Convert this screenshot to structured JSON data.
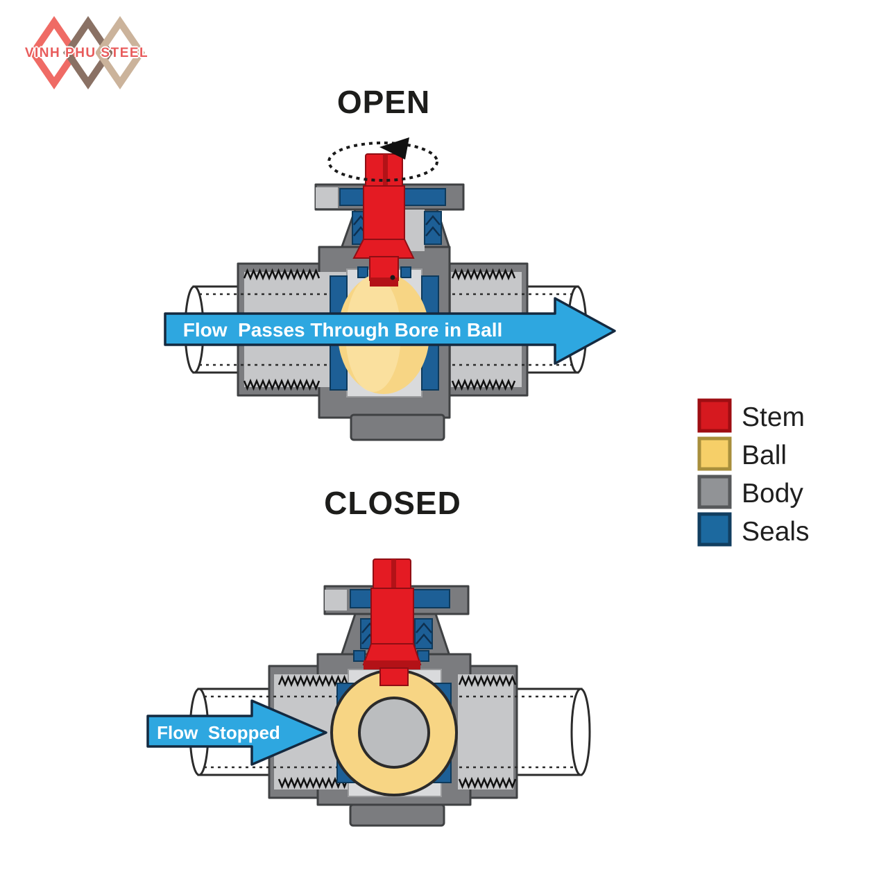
{
  "logo": {
    "text": "VINH PHU STEEL",
    "mark_colors": {
      "red": "#EF6B65",
      "brown": "#8A7164",
      "tan": "#CBB39B"
    }
  },
  "open_section": {
    "title": "OPEN",
    "flow_label": "Flow  Passes Through Bore in Ball"
  },
  "closed_section": {
    "title": "CLOSED",
    "flow_label": "Flow  Stopped"
  },
  "legend": {
    "items": [
      {
        "label": "Stem",
        "color": "#D6191F",
        "border": "#9E0D12"
      },
      {
        "label": "Ball",
        "color": "#F6CF68",
        "border": "#A88F3C"
      },
      {
        "label": "Body",
        "color": "#919396",
        "border": "#57595B"
      },
      {
        "label": "Seals",
        "color": "#1C699F",
        "border": "#113E60"
      }
    ]
  },
  "diagram_colors": {
    "body_gray": "#7B7C7F",
    "light_gray": "#C6C7C9",
    "seal_blue": "#1D5F96",
    "stem_red": "#E41B23",
    "ball_yellow": "#F7D584",
    "flow_blue": "#2EA7E0"
  }
}
